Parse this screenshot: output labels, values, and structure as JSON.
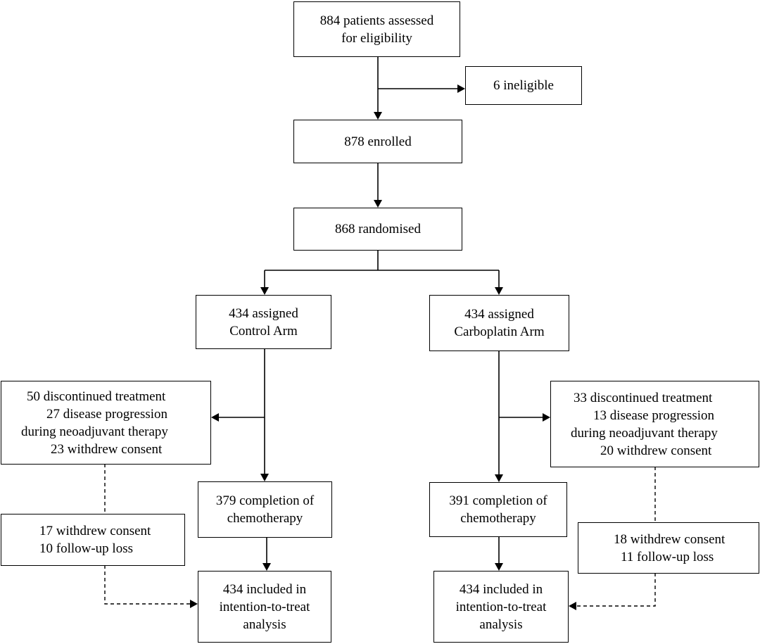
{
  "flow": {
    "assessed": [
      "884 patients assessed",
      "for eligibility"
    ],
    "ineligible": [
      "6 ineligible"
    ],
    "enrolled": [
      "878 enrolled"
    ],
    "randomised": [
      "868 randomised"
    ],
    "control": {
      "assigned": [
        "434 assigned",
        "Control Arm"
      ],
      "discontinued": [
        "50 discontinued treatment",
        "27 disease progression",
        "during neoadjuvant therapy",
        "23 withdrew consent"
      ],
      "completion": [
        "379 completion of",
        "chemotherapy"
      ],
      "withdrew": [
        "17 withdrew consent",
        "10 follow-up loss"
      ],
      "included": [
        "434 included in",
        "intention-to-treat",
        "analysis"
      ]
    },
    "carboplatin": {
      "assigned": [
        "434 assigned",
        "Carboplatin Arm"
      ],
      "discontinued": [
        "33 discontinued treatment",
        "13 disease progression",
        "during neoadjuvant therapy",
        "20 withdrew consent"
      ],
      "completion": [
        "391 completion of",
        "chemotherapy"
      ],
      "withdrew": [
        "18 withdrew consent",
        "11 follow-up loss"
      ],
      "included": [
        "434 included in",
        "intention-to-treat",
        "analysis"
      ]
    }
  }
}
